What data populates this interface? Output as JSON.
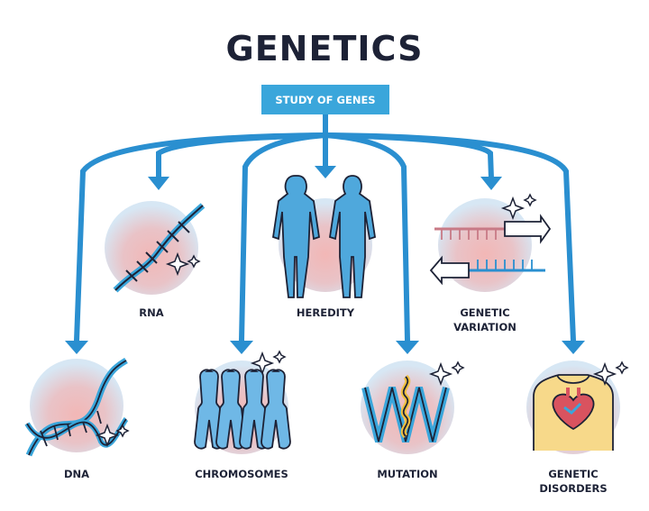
{
  "title": "GENETICS",
  "root": "STUDY OF GENES",
  "colors": {
    "arrow": "#2a8fd0",
    "arrow_light": "#48aee3",
    "ink": "#1d2236",
    "circle_pink": "#e8a0a4",
    "circle_blue": "#cfe3f3"
  },
  "nodes": {
    "rna": {
      "label": "RNA",
      "icon": "rna-helix-icon"
    },
    "heredity": {
      "label": "HEREDITY",
      "icon": "parent-child-silhouette-icon"
    },
    "variation": {
      "line1": "GENETIC",
      "line2": "VARIATION",
      "icon": "gene-strand-arrows-icon"
    },
    "dna": {
      "label": "DNA",
      "icon": "dna-double-helix-icon"
    },
    "chromosomes": {
      "label": "CHROMOSOMES",
      "icon": "chromosome-pair-icon"
    },
    "mutation": {
      "label": "MUTATION",
      "icon": "mutated-dna-icon"
    },
    "disorders": {
      "line1": "GENETIC",
      "line2": "DISORDERS",
      "icon": "heart-torso-icon"
    }
  }
}
